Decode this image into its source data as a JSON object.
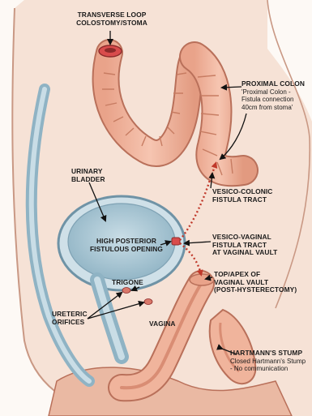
{
  "labels": {
    "colostomy": "TRANSVERSE LOOP\nCOLOSTOMY/STOMA",
    "proximal_colon_title": "PROXIMAL COLON",
    "proximal_colon_note": "'Proximal Colon -\nFistula connection\n40cm from stoma'",
    "urinary_bladder": "URINARY\nBLADDER",
    "vesico_colonic": "VESICO-COLONIC\nFISTULA TRACT",
    "posterior_opening": "HIGH POSTERIOR\nFISTULOUS OPENING",
    "vesico_vaginal": "VESICO-VAGINAL\nFISTULA TRACT\nAT VAGINAL VAULT",
    "vaginal_vault": "TOP/APEX OF\nVAGINAL VAULT\n(POST-HYSTERECTOMY)",
    "trigone": "TRIGONE",
    "ureteric_orifices": "URETERIC\nORIFICES",
    "vagina": "VAGINA",
    "hartmanns_title": "HARTMANN'S STUMP",
    "hartmanns_note": "Closed Hartmann's Stump\n- No communication"
  },
  "colors": {
    "background": "#fdf9f5",
    "colon": "#f0b49c",
    "colon_outline": "#b9705a",
    "bladder": "#a9c8d6",
    "bladder_wall": "#6f93a6",
    "tissue": "#f3d8c8",
    "fistula_tract": "#c0392b",
    "text": "#1b1b1b"
  }
}
